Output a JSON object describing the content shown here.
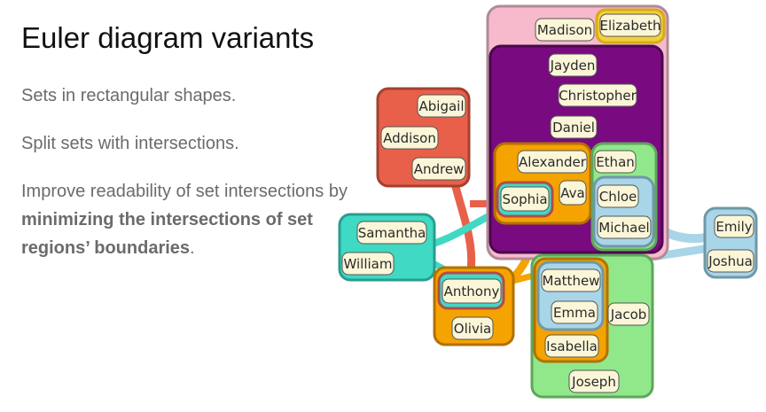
{
  "slide": {
    "title": "Euler diagram variants",
    "bullets": {
      "b1": "Sets in rectangular shapes.",
      "b2": "Split sets with intersections.",
      "b3_plain": "Improve readability of set intersections by ",
      "b3_bold": "minimizing the intersections of set regions’ boundaries",
      "b3_end": "."
    }
  },
  "diagram": {
    "sets": [
      {
        "id": "pink",
        "color": "#f7b9cc"
      },
      {
        "id": "purple",
        "color": "#7a0a80"
      },
      {
        "id": "red",
        "color": "#e8604a"
      },
      {
        "id": "orange",
        "color": "#f5a300"
      },
      {
        "id": "green",
        "color": "#90e88a"
      },
      {
        "id": "lightblue",
        "color": "#a9d5e8"
      },
      {
        "id": "teal",
        "color": "#3fd9c4"
      },
      {
        "id": "maroon",
        "color": "#b54a4a"
      },
      {
        "id": "gold",
        "color": "#d4ac16"
      }
    ],
    "names": {
      "madison": "Madison",
      "elizabeth": "Elizabeth",
      "jayden": "Jayden",
      "christopher": "Christopher",
      "daniel": "Daniel",
      "abigail": "Abigail",
      "addison": "Addison",
      "andrew": "Andrew",
      "alexander": "Alexander",
      "ethan": "Ethan",
      "sophia": "Sophia",
      "ava": "Ava",
      "chloe": "Chloe",
      "michael": "Michael",
      "emily": "Emily",
      "joshua": "Joshua",
      "samantha": "Samantha",
      "william": "William",
      "matthew": "Matthew",
      "anthony": "Anthony",
      "emma": "Emma",
      "jacob": "Jacob",
      "olivia": "Olivia",
      "isabella": "Isabella",
      "joseph": "Joseph"
    }
  }
}
